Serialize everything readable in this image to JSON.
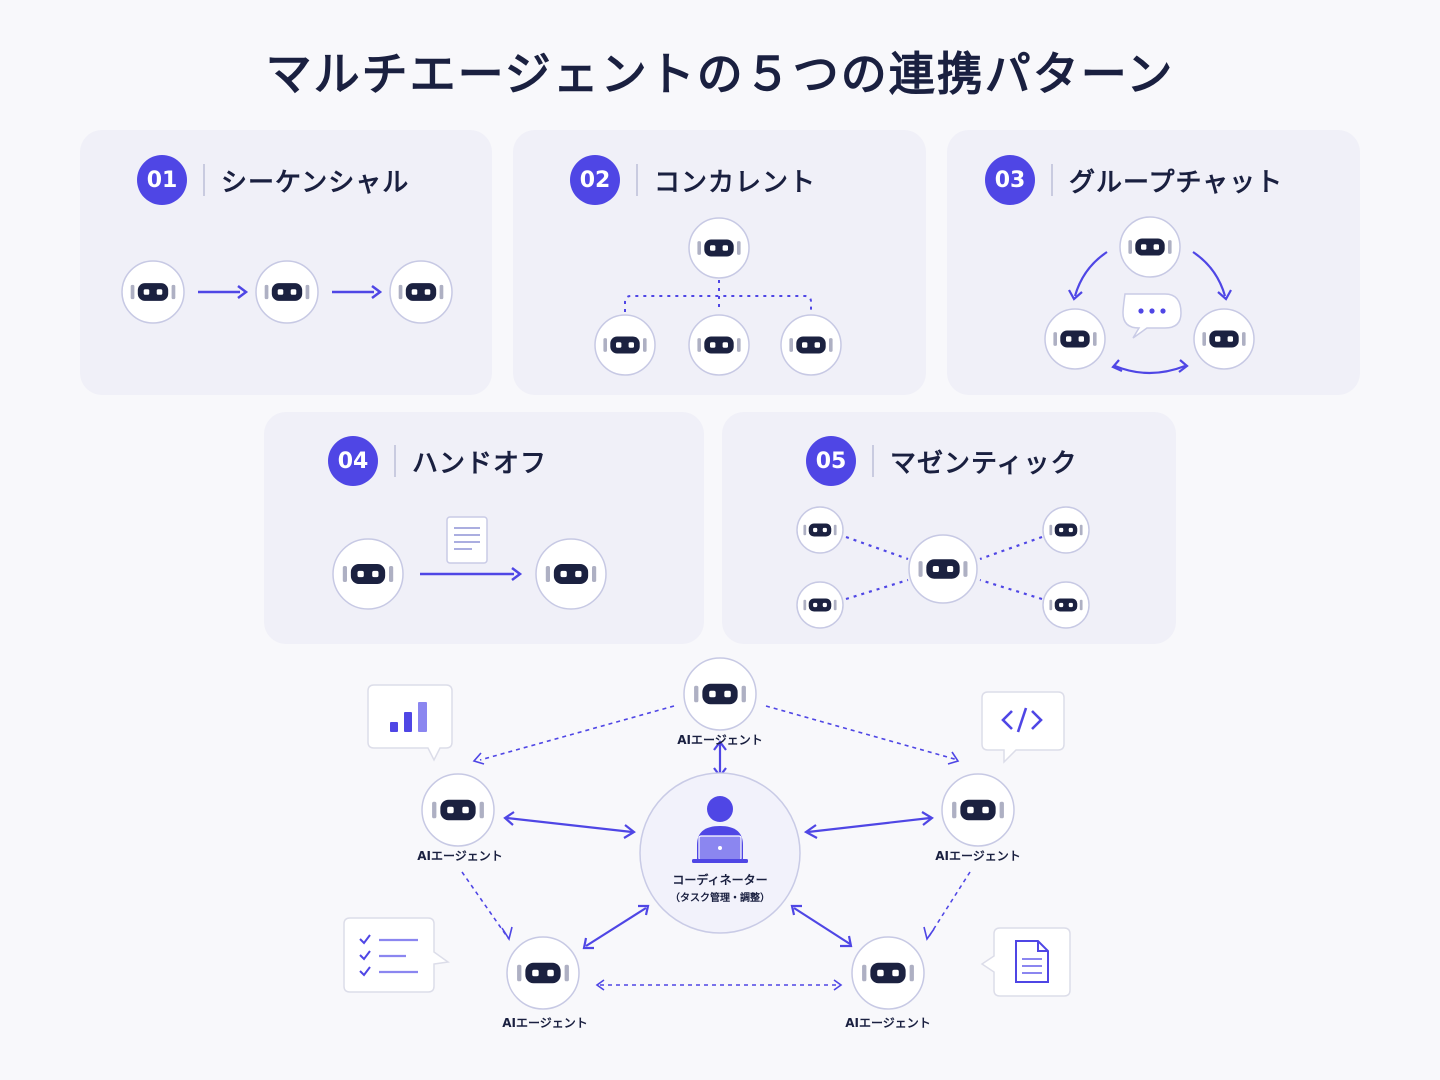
{
  "title": "マルチエージェントの５つの連携パターン",
  "patterns": [
    {
      "num": "01",
      "name": "シーケンシャル"
    },
    {
      "num": "02",
      "name": "コンカレント"
    },
    {
      "num": "03",
      "name": "グループチャット"
    },
    {
      "num": "04",
      "name": "ハンドオフ"
    },
    {
      "num": "05",
      "name": "マゼンティック"
    }
  ],
  "network": {
    "agent_label": "AIエージェント",
    "coordinator_label": "コーディネーター",
    "coordinator_sub": "（タスク管理・調整）"
  },
  "icons": {
    "agent": "robot-icon",
    "coordinator": "person-laptop-icon",
    "chat": "speech-bubble-ellipsis-icon",
    "document": "document-icon",
    "chart": "bar-chart-icon",
    "code": "code-icon",
    "checklist": "checklist-icon"
  },
  "colors": {
    "accent": "#4f46e5",
    "title": "#1a2040",
    "card": "#f0f0f8",
    "robot_face": "#1b2140"
  }
}
